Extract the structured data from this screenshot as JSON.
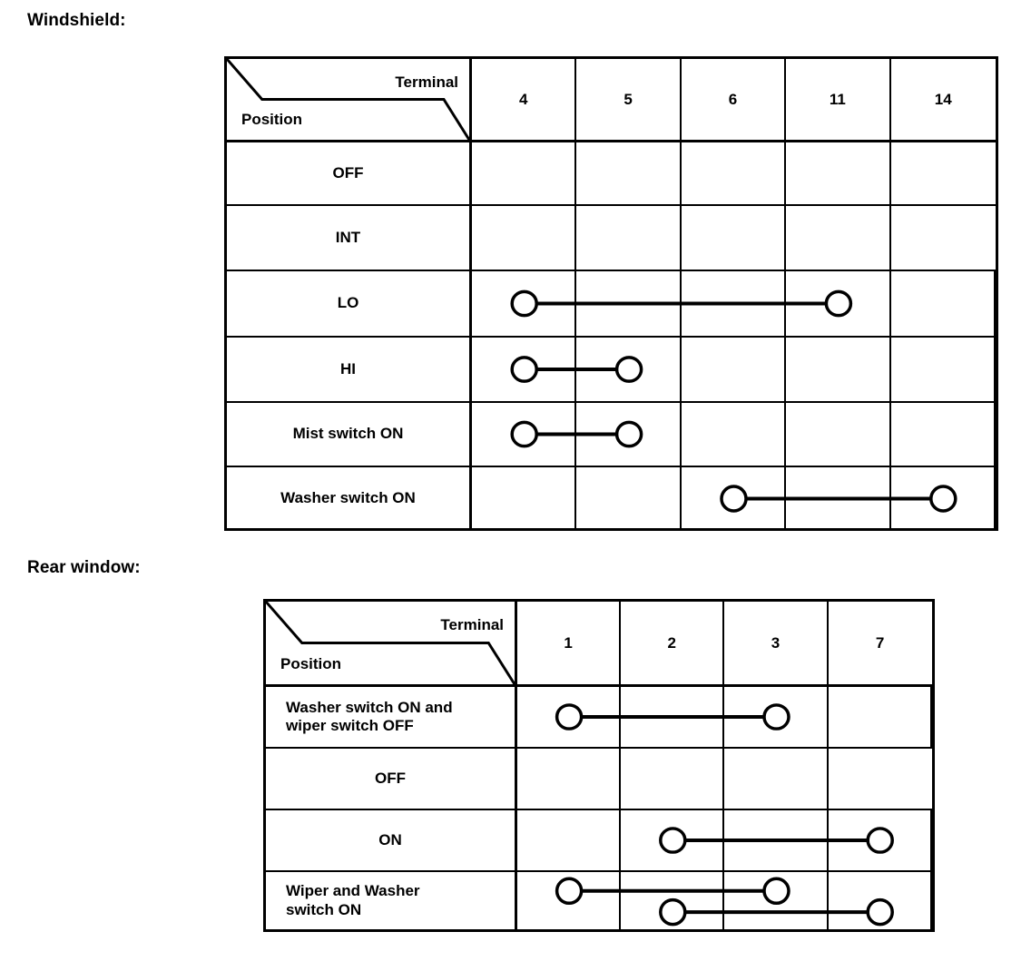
{
  "page": {
    "windshield_label": "Windshield:",
    "rear_label": "Rear window:"
  },
  "common": {
    "terminal_header": "Terminal",
    "position_header": "Position"
  },
  "chart_data": [
    {
      "type": "table",
      "title": "Windshield:",
      "row_header_label": "Position",
      "col_header_label": "Terminal",
      "terminals": [
        "4",
        "5",
        "6",
        "11",
        "14"
      ],
      "positions": [
        "OFF",
        "INT",
        "LO",
        "HI",
        "Mist switch ON",
        "Washer switch ON"
      ],
      "continuity": [
        {
          "position": "OFF",
          "connections": []
        },
        {
          "position": "INT",
          "connections": []
        },
        {
          "position": "LO",
          "connections": [
            [
              "4",
              "11"
            ]
          ]
        },
        {
          "position": "HI",
          "connections": [
            [
              "4",
              "5"
            ]
          ]
        },
        {
          "position": "Mist switch ON",
          "connections": [
            [
              "4",
              "5"
            ]
          ]
        },
        {
          "position": "Washer switch ON",
          "connections": [
            [
              "6",
              "14"
            ]
          ]
        }
      ]
    },
    {
      "type": "table",
      "title": "Rear window:",
      "row_header_label": "Position",
      "col_header_label": "Terminal",
      "terminals": [
        "1",
        "2",
        "3",
        "7"
      ],
      "positions": [
        "Washer switch ON and wiper switch OFF",
        "OFF",
        "ON",
        "Wiper and Washer switch ON"
      ],
      "continuity": [
        {
          "position": "Washer switch ON and wiper switch OFF",
          "connections": [
            [
              "1",
              "3"
            ]
          ]
        },
        {
          "position": "OFF",
          "connections": []
        },
        {
          "position": "ON",
          "connections": [
            [
              "2",
              "7"
            ]
          ]
        },
        {
          "position": "Wiper and Washer switch ON",
          "connections": [
            [
              "1",
              "3"
            ],
            [
              "2",
              "7"
            ]
          ]
        }
      ]
    }
  ],
  "windshield_table": {
    "terminals": [
      "4",
      "5",
      "6",
      "11",
      "14"
    ],
    "rows": [
      {
        "label": "OFF",
        "label_align": "center"
      },
      {
        "label": "INT",
        "label_align": "center"
      },
      {
        "label": "LO",
        "label_align": "center"
      },
      {
        "label": "HI",
        "label_align": "center"
      },
      {
        "label": "Mist switch ON",
        "label_align": "center"
      },
      {
        "label": "Washer switch ON",
        "label_align": "center"
      }
    ]
  },
  "rear_table": {
    "terminals": [
      "1",
      "2",
      "3",
      "7"
    ],
    "rows": [
      {
        "label": "Washer switch ON and\nwiper switch OFF",
        "label_align": "left"
      },
      {
        "label": "OFF",
        "label_align": "center"
      },
      {
        "label": "ON",
        "label_align": "center"
      },
      {
        "label": "Wiper and Washer\nswitch ON",
        "label_align": "left"
      }
    ]
  }
}
